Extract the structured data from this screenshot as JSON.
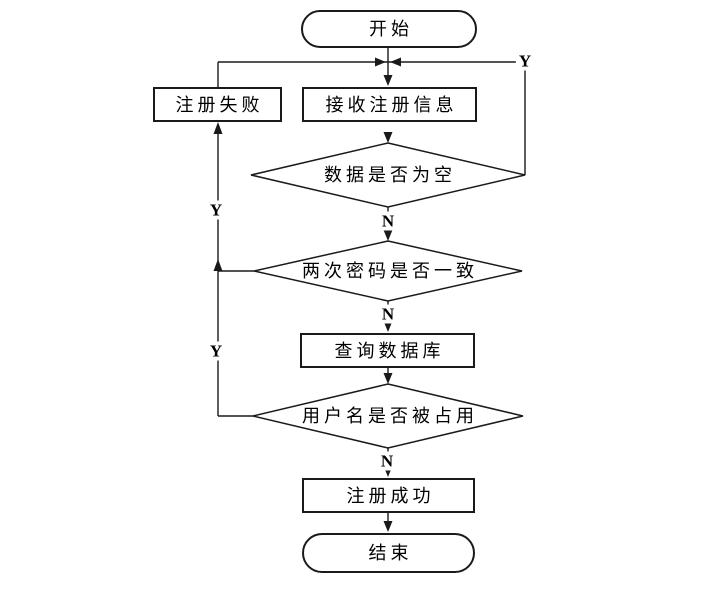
{
  "diagram": {
    "type": "flowchart",
    "colors": {
      "background": "#ffffff",
      "stroke": "#1a1a1a",
      "text": "#000000",
      "node_fill": "#ffffff"
    },
    "nodes": {
      "start": "开始",
      "receive_info": "接收注册信息",
      "register_fail": "注册失败",
      "check_data_empty": "数据是否为空",
      "check_passwords_match": "两次密码是否一致",
      "query_database": "查询数据库",
      "check_username_taken": "用户名是否被占用",
      "register_success": "注册成功",
      "end": "结束"
    },
    "edges": {
      "data_empty_yes": "Y",
      "data_empty_no": "N",
      "passwords_branch_yes": "Y",
      "passwords_branch_no": "N",
      "username_branch_yes": "Y",
      "username_branch_no": "N"
    }
  }
}
